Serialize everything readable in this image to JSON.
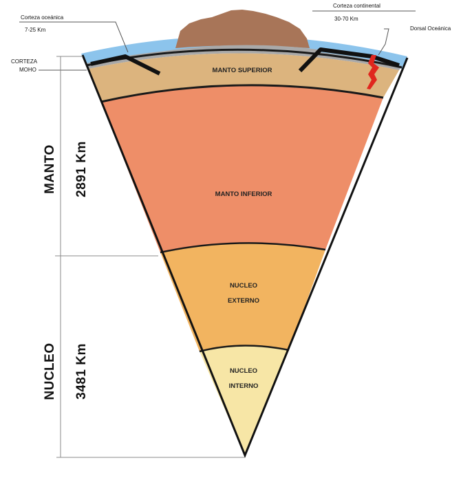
{
  "labels": {
    "oceanic_crust": "Corteza oceánica",
    "oceanic_crust_thickness": "7-25 Km",
    "continental_crust": "Corteza continental",
    "continental_crust_thickness": "30-70 Km",
    "oceanic_ridge": "Dorsal Oceánica",
    "corteza": "CORTEZA",
    "moho": "MOHO",
    "manto_superior": "MANTO SUPERIOR",
    "manto_inferior": "MANTO INFERIOR",
    "nucleo_externo_1": "NUCLEO",
    "nucleo_externo_2": "EXTERNO",
    "nucleo_interno_1": "NUCLEO",
    "nucleo_interno_2": "INTERNO",
    "manto": "MANTO",
    "manto_depth": "2891 Km",
    "nucleo": "NUCLEO",
    "nucleo_depth": "3481 Km"
  },
  "colors": {
    "ocean": "#8cc4ec",
    "crust": "#a9a9a9",
    "continent": "#a87558",
    "upper_mantle": "#dcb47e",
    "lower_mantle": "#ee8e68",
    "outer_core": "#f2b460",
    "inner_core": "#f7e6a6",
    "slab": "#111111",
    "ridge": "#e0261e"
  }
}
